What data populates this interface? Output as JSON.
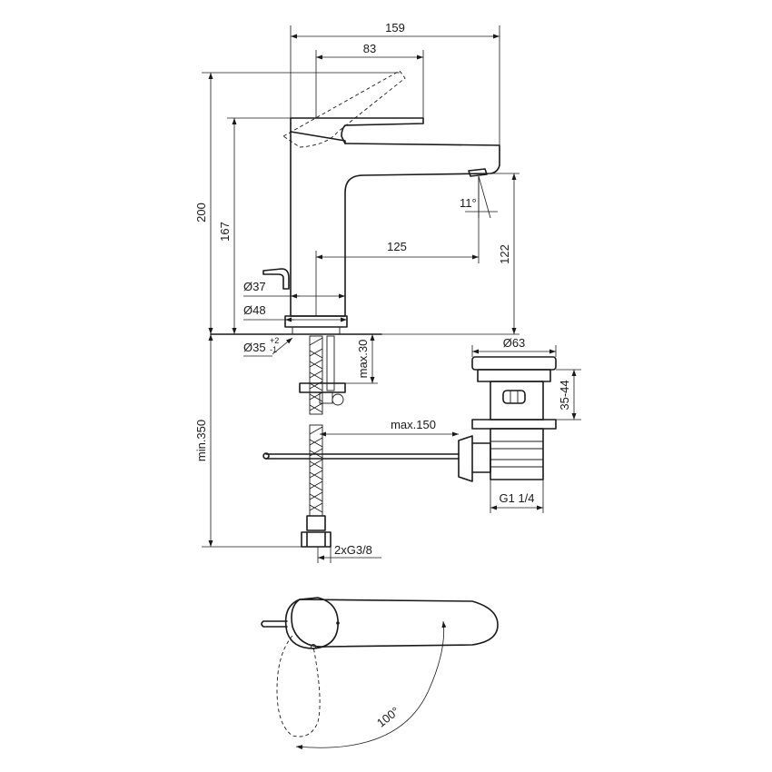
{
  "dimensions": {
    "overall_width": "159",
    "handle_reach": "83",
    "spout_reach": "125",
    "total_height": "200",
    "spout_height": "167",
    "outlet_height": "122",
    "spout_angle": "11°",
    "body_diameter": "Ø37",
    "base_diameter": "Ø48",
    "hole_diameter": "Ø35",
    "hole_tol_plus": "+2",
    "hole_tol_minus": "-1",
    "deck_thickness": "max.30",
    "hose_length": "min.350",
    "rod_length": "max.150",
    "waste_diameter": "Ø63",
    "waste_range": "35-44",
    "waste_thread": "G1 1/4",
    "supply_thread": "2xG3/8",
    "lever_rotation": "100°"
  }
}
